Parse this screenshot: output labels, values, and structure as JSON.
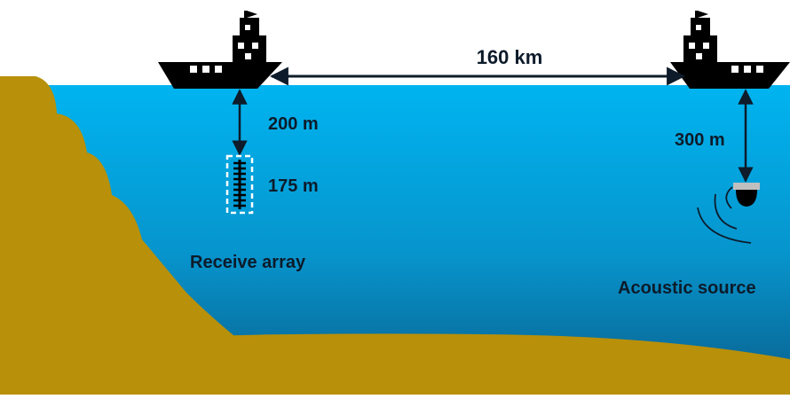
{
  "diagram": {
    "distance_label": "160 km",
    "receiver_depth_label": "200 m",
    "array_length_label": "175 m",
    "source_depth_label": "300 m",
    "receive_array_label": "Receive array",
    "acoustic_source_label": "Acoustic source"
  },
  "colors": {
    "water_top": "#00b4f0",
    "water_bottom": "#0a5f8c",
    "seabed": "#b8900a",
    "ship": "#000000",
    "arrow": "#0d1b2a",
    "array_frame": "#ffffff",
    "source_cap": "#bfbfbf"
  },
  "icons": [
    "ship-icon",
    "ship-icon",
    "hydrophone-array-icon",
    "acoustic-source-icon"
  ]
}
